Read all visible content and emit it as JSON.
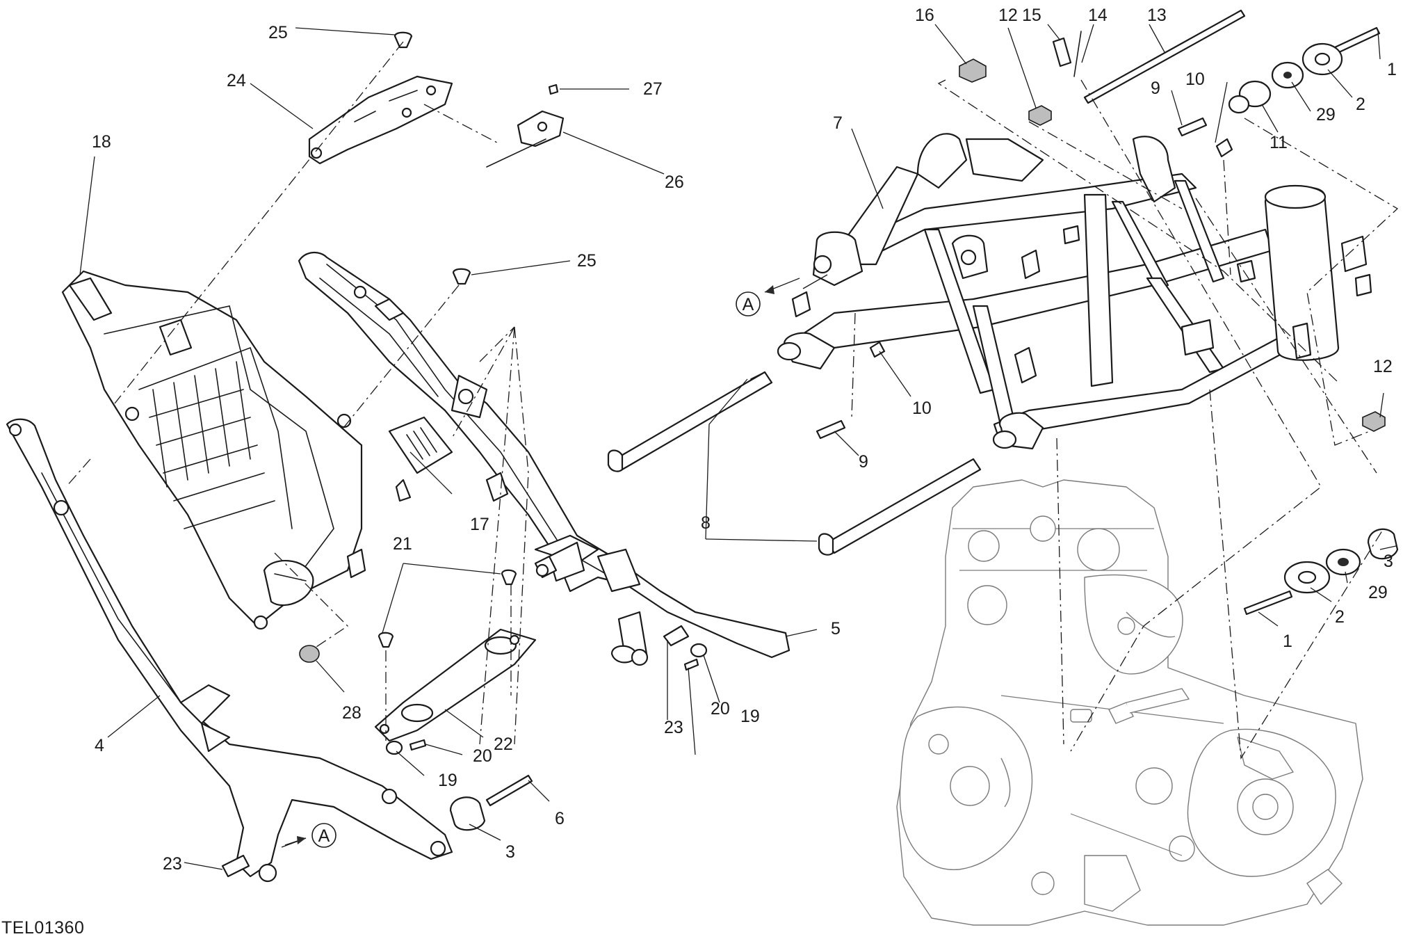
{
  "drawing_reference": "TEL01360",
  "section_marker_label": "A",
  "callouts": {
    "c1_top": "1",
    "c1_low": "1",
    "c2_top": "2",
    "c2_low": "2",
    "c3_right": "3",
    "c3_left": "3",
    "c4": "4",
    "c5": "5",
    "c6": "6",
    "c7": "7",
    "c8": "8",
    "c9_top": "9",
    "c9_low": "9",
    "c10_top": "10",
    "c10_low": "10",
    "c11": "11",
    "c12_top": "12",
    "c12_right": "12",
    "c13": "13",
    "c14": "14",
    "c15": "15",
    "c16": "16",
    "c17": "17",
    "c18": "18",
    "c19_left": "19",
    "c19_mid": "19",
    "c20_left": "20",
    "c20_mid": "20",
    "c21": "21",
    "c22": "22",
    "c23_left": "23",
    "c23_mid": "23",
    "c24": "24",
    "c25_top": "25",
    "c25_mid": "25",
    "c26": "26",
    "c27": "27",
    "c28": "28",
    "c29_top": "29",
    "c29_low": "29"
  }
}
